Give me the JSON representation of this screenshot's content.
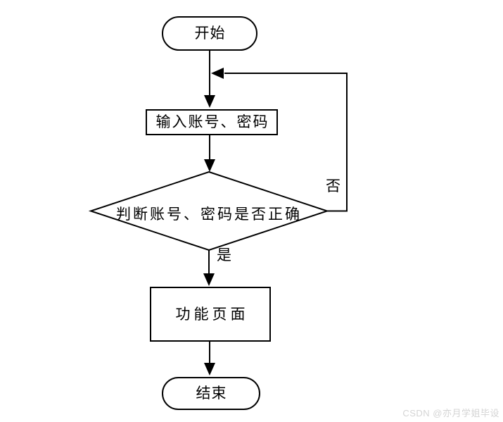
{
  "flowchart": {
    "type": "flowchart",
    "nodes": {
      "start": {
        "label": "开始",
        "shape": "stadium"
      },
      "input_credentials": {
        "label": "输入账号、密码",
        "shape": "rectangle"
      },
      "verify_credentials": {
        "label": "判断账号、密码是否正确",
        "shape": "diamond"
      },
      "function_page": {
        "label": "功能页面",
        "shape": "rectangle"
      },
      "end": {
        "label": "结束",
        "shape": "stadium"
      }
    },
    "branch_labels": {
      "yes": "是",
      "no": "否"
    },
    "edges": [
      {
        "from": "start",
        "to": "input_credentials",
        "label": ""
      },
      {
        "from": "input_credentials",
        "to": "verify_credentials",
        "label": ""
      },
      {
        "from": "verify_credentials",
        "to": "function_page",
        "label": "是"
      },
      {
        "from": "verify_credentials",
        "to": "input_credentials",
        "label": "否"
      },
      {
        "from": "function_page",
        "to": "end",
        "label": ""
      }
    ]
  },
  "watermark": {
    "text": "CSDN @亦月学姐毕设"
  },
  "colors": {
    "stroke": "#000000",
    "background": "#ffffff",
    "watermark_text": "#d4d4d4"
  }
}
